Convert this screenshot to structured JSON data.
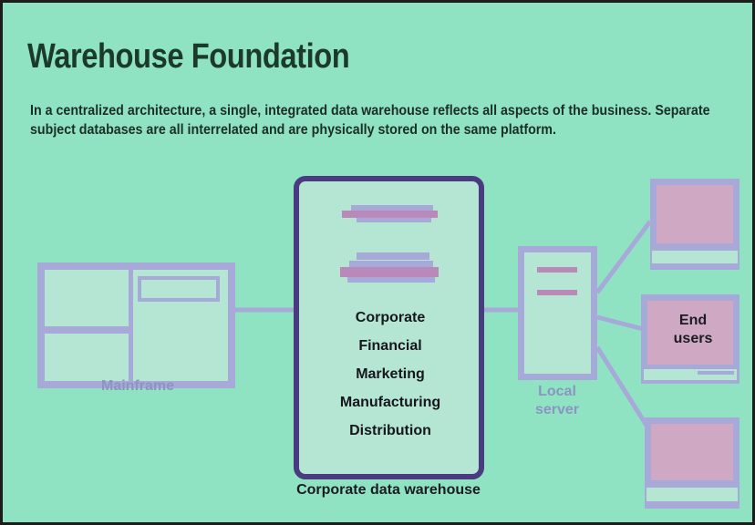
{
  "header": {
    "title": "Warehouse Foundation",
    "description": "In a centralized architecture, a single, integrated data warehouse reflects all aspects of the business. Separate subject databases are all interrelated and are physically stored on the same platform."
  },
  "nodes": {
    "mainframe": {
      "label": "Mainframe"
    },
    "warehouse": {
      "caption": "Corporate data warehouse",
      "databases": [
        "Corporate",
        "Financial",
        "Marketing",
        "Manufacturing",
        "Distribution"
      ]
    },
    "local_server": {
      "label_line1": "Local",
      "label_line2": "server"
    },
    "end_users": {
      "label_line1": "End",
      "label_line2": "users"
    }
  },
  "colors": {
    "background": "#8fe3c3",
    "device_outline": "#a7a9d8",
    "warehouse_border": "#4a3a80",
    "title_text": "#1b3a2c",
    "faint_label": "#8d94c2"
  }
}
